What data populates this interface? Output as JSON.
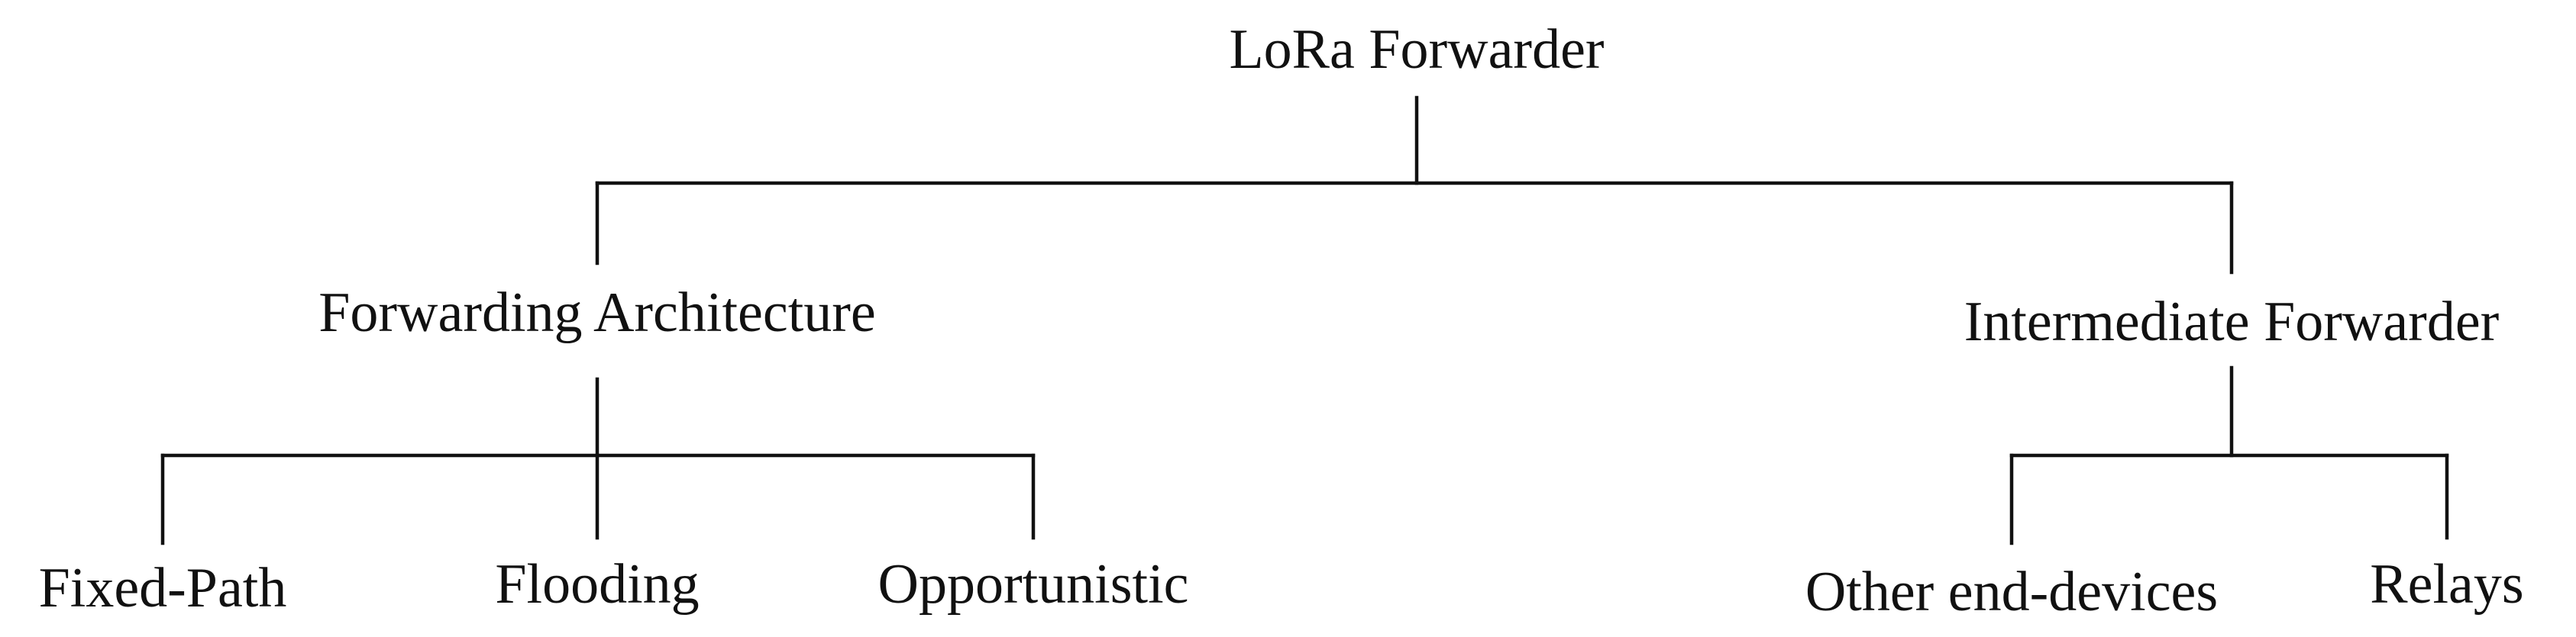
{
  "diagram": {
    "root": {
      "label": "LoRa Forwarder",
      "children": [
        {
          "label": "Forwarding Architecture",
          "children": [
            {
              "label": "Fixed-Path"
            },
            {
              "label": "Flooding"
            },
            {
              "label": "Opportunistic"
            }
          ]
        },
        {
          "label": "Intermediate Forwarder",
          "children": [
            {
              "label": "Other end-devices"
            },
            {
              "label": "Relays"
            }
          ]
        }
      ]
    }
  }
}
